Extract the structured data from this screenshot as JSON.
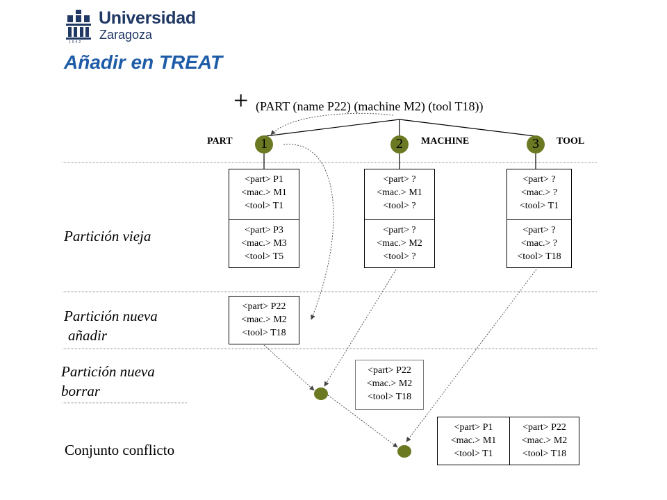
{
  "header": {
    "university_name": "Universidad",
    "university_city": "Zaragoza",
    "founding_year": "1542",
    "slide_title": "Añadir en TREAT",
    "brand_color": "#1f3864",
    "title_color": "#1f5ca8"
  },
  "assertion": {
    "operator": "+",
    "fact": "(PART (name P22) (machine  M2)  (tool T18))"
  },
  "conditions": [
    {
      "number": "1",
      "label": "PART"
    },
    {
      "number": "2",
      "label": "MACHINE"
    },
    {
      "number": "3",
      "label": "TOOL"
    }
  ],
  "node_color": "#6b7a22",
  "partitions": {
    "old": "Partición vieja",
    "new_add_line1": "Partición nueva",
    "new_add_line2": "añadir",
    "new_delete_line1": "Partición nueva",
    "new_delete_line2": "borrar",
    "conflict_set": "Conjunto conflicto"
  },
  "old_boxes": {
    "c1_a": [
      "<part> P1",
      "<mac.> M1",
      "<tool> T1"
    ],
    "c1_b": [
      "<part> P3",
      "<mac.> M3",
      "<tool> T5"
    ],
    "c2_a": [
      "<part> ?",
      "<mac.> M1",
      "<tool> ?"
    ],
    "c2_b": [
      "<part> ?",
      "<mac.> M2",
      "<tool> ?"
    ],
    "c3_a": [
      "<part> ?",
      "<mac.> ?",
      "<tool> T1"
    ],
    "c3_b": [
      "<part> ?",
      "<mac.> ?",
      "<tool> T18"
    ]
  },
  "new_add_box": [
    "<part> P22",
    "<mac.> M2",
    "<tool> T18"
  ],
  "join_box": [
    "<part> P22",
    "<mac.> M2",
    "<tool> T18"
  ],
  "conflict_boxes": {
    "left": [
      "<part> P1",
      "<mac.> M1",
      "<tool> T1"
    ],
    "right": [
      "<part> P22",
      "<mac.> M2",
      "<tool> T18"
    ]
  }
}
